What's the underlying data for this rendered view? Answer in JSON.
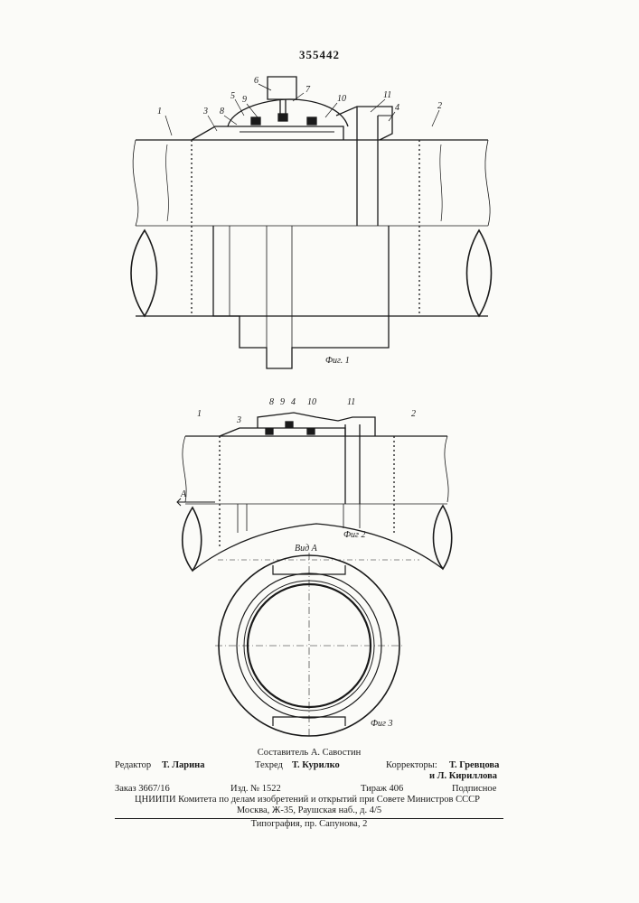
{
  "header": {
    "patent_number": "355442"
  },
  "figure1": {
    "caption": "Фиг. 1",
    "labels": {
      "n1": "1",
      "n2": "2",
      "n3": "3",
      "n4": "4",
      "n5": "5",
      "n6": "6",
      "n7": "7",
      "n8": "8",
      "n9": "9",
      "n10": "10",
      "n11": "11"
    }
  },
  "figure2": {
    "caption": "Фиг 2",
    "view_marker": "А",
    "labels": {
      "n1": "1",
      "n2": "2",
      "n3": "3",
      "n4": "4",
      "n8": "8",
      "n9": "9",
      "n10": "10",
      "n11": "11"
    }
  },
  "figure3": {
    "caption": "Фиг 3",
    "view_title": "Вид А"
  },
  "imprint": {
    "compiler": "Составитель А. Савостин",
    "editor_label": "Редактор",
    "editor_name": "Т. Ларина",
    "techred_label": "Техред",
    "techred_name": "Т. Курилко",
    "correctors_label": "Корректоры:",
    "corrector1": "Т. Гревцова",
    "corrector2": "и Л. Кириллова",
    "order": "Заказ 3667/16",
    "edition": "Изд. № 1522",
    "circulation": "Тираж 406",
    "subscription": "Подписное",
    "institute": "ЦНИИПИ Комитета по делам изобретений и открытий при Совете Министров СССР",
    "address": "Москва, Ж-35, Раушская наб., д. 4/5",
    "printer": "Типография, пр. Сапунова, 2"
  }
}
